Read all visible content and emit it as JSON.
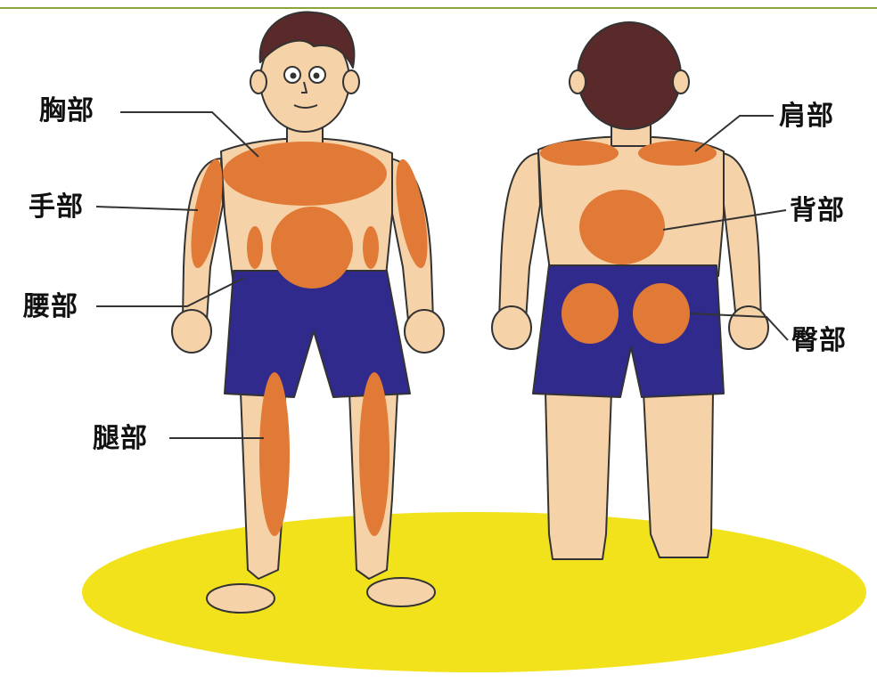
{
  "labels": {
    "chest": "胸部",
    "hand": "手部",
    "waist": "腰部",
    "leg": "腿部",
    "shoulder": "肩部",
    "back": "背部",
    "buttocks": "臀部"
  },
  "colors": {
    "skin": "#f6d2a8",
    "outline": "#333333",
    "patch": "#e07a36",
    "shorts": "#2f2a8c",
    "hair": "#5a2a2a",
    "ground": "#f1e21c",
    "rule": "#8aa63a"
  }
}
